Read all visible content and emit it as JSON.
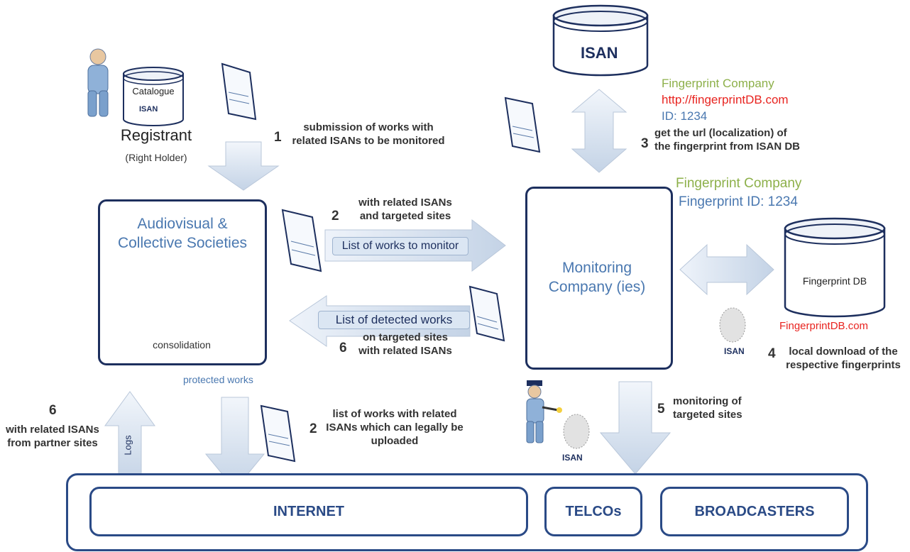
{
  "registrant": {
    "catalogue": "Catalogue",
    "isan_logo": "ISAN",
    "name": "Registrant",
    "role": "(Right Holder)"
  },
  "steps": {
    "s1": {
      "num": "1",
      "text": "submission of works with related ISANs to be monitored"
    },
    "s2a": {
      "num": "2",
      "text": "with related ISANs and targeted sites",
      "arrow_label": "List of works to monitor"
    },
    "s3": {
      "num": "3",
      "text": "get the url  (localization) of the fingerprint from ISAN DB"
    },
    "s6a": {
      "num": "6",
      "arrow_label": "List of detected works",
      "text": "on targeted sites with related ISANs"
    },
    "s4": {
      "num": "4",
      "text": "local download of the respective fingerprints"
    },
    "s5": {
      "num": "5",
      "text": "monitoring of targeted sites"
    },
    "s2b": {
      "num": "2",
      "text": "list of works with related ISANs which can legally be uploaded"
    },
    "s6b": {
      "num": "6",
      "text": "with related ISANs from partner sites",
      "arrow_label": "Logs"
    }
  },
  "isan_db": {
    "logo": "ISAN"
  },
  "fingerprint_info": {
    "company": "Fingerprint Company",
    "url": "http://fingerprintDB.com",
    "id": "ID: 1234"
  },
  "monitoring_info": {
    "company": "Fingerprint Company",
    "id": "Fingerprint ID: 1234"
  },
  "societies": {
    "title": "Audiovisual & Collective Societies",
    "consolidation": "consolidation",
    "protected": "protected works"
  },
  "monitoring": {
    "title": "Monitoring Company (ies)"
  },
  "fingerprint_db": {
    "label": "Fingerprint DB",
    "site": "FingerprintDB.com",
    "logo": "ISAN"
  },
  "police_logo": "ISAN",
  "channels": {
    "internet": "INTERNET",
    "telcos": "TELCOs",
    "broadcasters": "BROADCASTERS"
  },
  "colors": {
    "navy": "#1d2f5e",
    "blue_text": "#4a78b0",
    "green": "#8db04a",
    "red": "#e8231f",
    "arrow_fill": "#dde7f3"
  }
}
